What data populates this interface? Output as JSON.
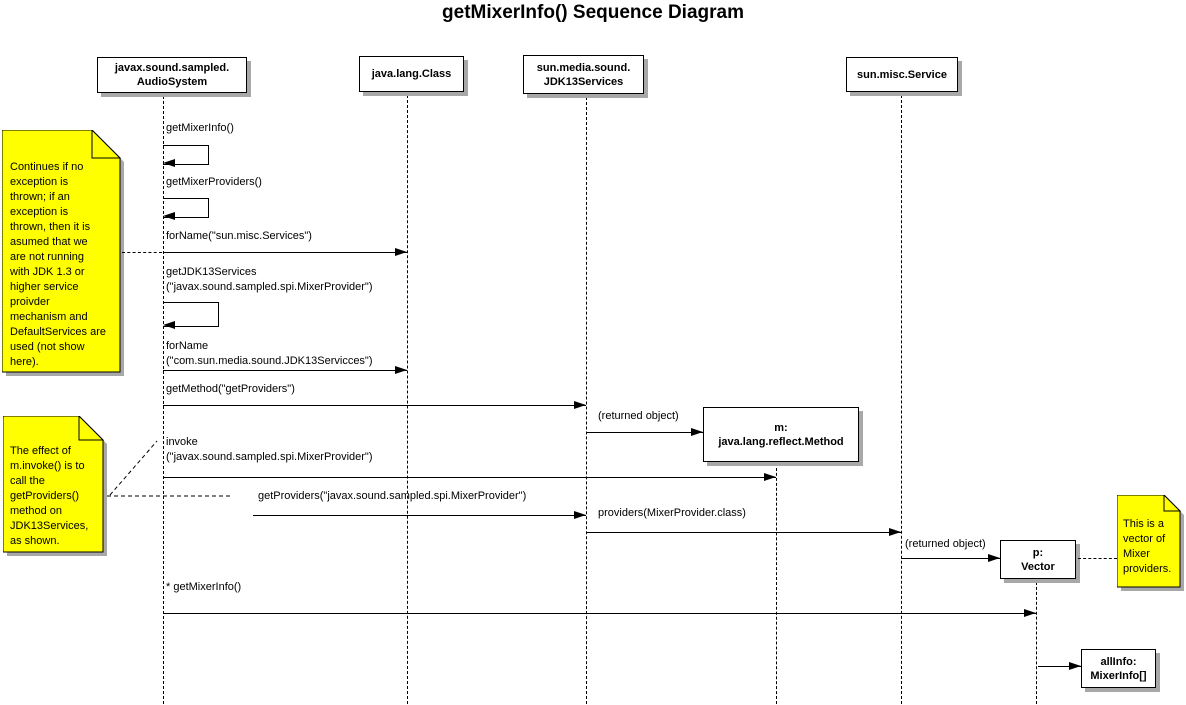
{
  "title": "getMixerInfo() Sequence Diagram",
  "actors": {
    "audio_system": "javax.sound.sampled.\nAudioSystem",
    "java_lang_class": "java.lang.Class",
    "jdk13_services": "sun.media.sound.\nJDK13Services",
    "sun_misc_service": "sun.misc.Service"
  },
  "objects": {
    "method": "m:\njava.lang.reflect.Method",
    "vector": "p:\nVector",
    "all_info": "allInfo:\nMixerInfo[]"
  },
  "messages": {
    "get_mixer_info": "getMixerInfo()",
    "get_mixer_providers": "getMixerProviders()",
    "for_name_services": "forName(\"sun.misc.Services\")",
    "get_jdk13_services": "getJDK13Services\n(\"javax.sound.sampled.spi.MixerProvider\")",
    "for_name_jdk13": "forName\n(\"com.sun.media.sound.JDK13Servicces\")",
    "get_method": "getMethod(\"getProviders\")",
    "returned_object_1": "(returned object)",
    "invoke": "invoke\n(\"javax.sound.sampled.spi.MixerProvider\")",
    "get_providers": "getProviders(\"javax.sound.sampled.spi.MixerProvider\")",
    "providers": "providers(MixerProvider.class)",
    "returned_object_2": "(returned object)",
    "star_get_mixer_info": "* getMixerInfo()"
  },
  "notes": {
    "continues": "Continues if no\nexception is\nthrown; if an\nexception is\nthrown, then it is\nasumed that we\nare not running\nwith JDK 1.3 or\nhigher service\nproivder\nmechanism and\nDefaultServices are\nused (not show\nhere).",
    "invoke_effect": "The effect of\nm.invoke() is to\ncall the\ngetProviders()\nmethod on\nJDK13Services,\nas shown.",
    "vector_note": "This is a\nvector of\nMixer\nproviders."
  },
  "colors": {
    "note_bg": "#ffff00",
    "line": "#000000",
    "box_bg": "#ffffff",
    "shadow": "#a8a8a8"
  }
}
